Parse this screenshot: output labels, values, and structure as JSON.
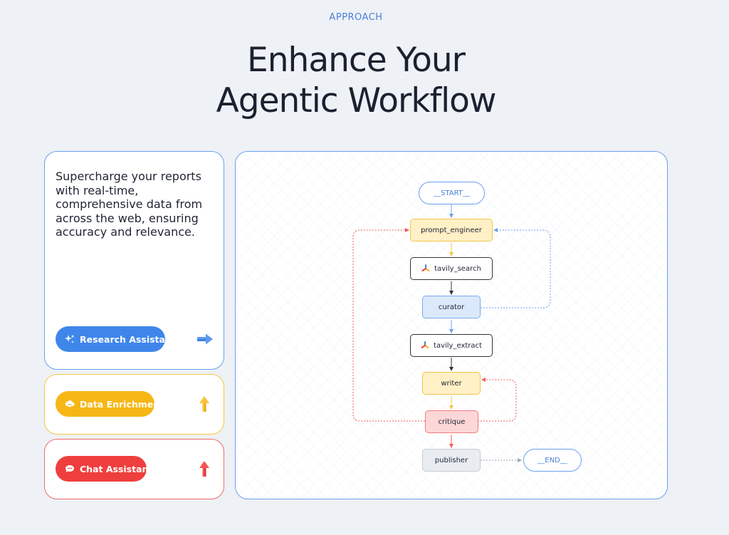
{
  "header": {
    "eyebrow": "APPROACH",
    "headline_line1": "Enhance Your",
    "headline_line2": "Agentic Workflow"
  },
  "cards": {
    "research": {
      "description": "Supercharge your reports with real-time, comprehensive data from across the web, ensuring accuracy and relevance.",
      "button_label": "Research Assistant",
      "color": "#3f86ea"
    },
    "enrichment": {
      "button_label": "Data Enrichment",
      "color": "#f6b716"
    },
    "chat": {
      "button_label": "Chat Assistant",
      "color": "#ef3e3e"
    }
  },
  "workflow": {
    "nodes": {
      "start": "__START__",
      "prompt_engineer": "prompt_engineer",
      "tavily_search": "tavily_search",
      "curator": "curator",
      "tavily_extract": "tavily_extract",
      "writer": "writer",
      "critique": "critique",
      "publisher": "publisher",
      "end": "__END__"
    }
  }
}
